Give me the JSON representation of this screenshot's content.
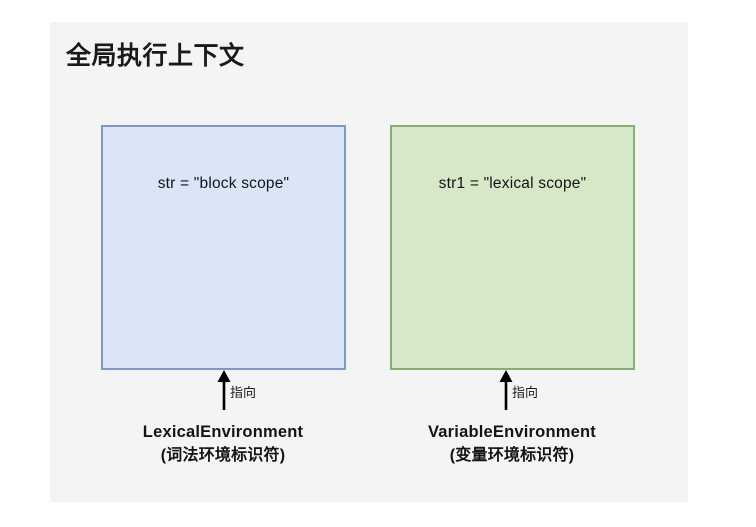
{
  "diagram": {
    "title": "全局执行上下文",
    "background_color": "#ffffff",
    "panel_color": "#f4f4f4",
    "environments": [
      {
        "id": "lexical",
        "box_text": "str = \"block scope\"",
        "fill_color": "#dbe5f8",
        "border_color": "#8099c4",
        "arrow_label": "指向",
        "caption_en": "LexicalEnvironment",
        "caption_cn": "(词法环境标识符)"
      },
      {
        "id": "variable",
        "box_text": "str1 = \"lexical scope\"",
        "fill_color": "#d7e8c8",
        "border_color": "#86b073",
        "arrow_label": "指向",
        "caption_en": "VariableEnvironment",
        "caption_cn": "(变量环境标识符)"
      }
    ]
  }
}
